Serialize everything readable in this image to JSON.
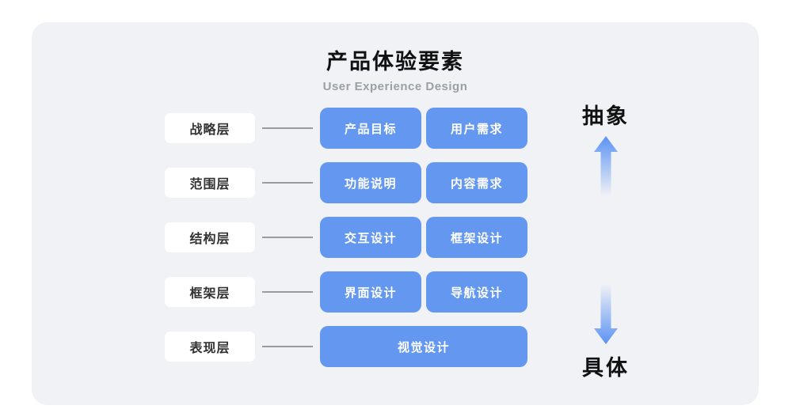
{
  "header": {
    "title": "产品体验要素",
    "subtitle": "User Experience Design"
  },
  "rows": [
    {
      "layer": "战略层",
      "items": [
        "产品目标",
        "用户需求"
      ]
    },
    {
      "layer": "范围层",
      "items": [
        "功能说明",
        "内容需求"
      ]
    },
    {
      "layer": "结构层",
      "items": [
        "交互设计",
        "框架设计"
      ]
    },
    {
      "layer": "框架层",
      "items": [
        "界面设计",
        "导航设计"
      ]
    },
    {
      "layer": "表现层",
      "items": [
        "视觉设计"
      ]
    }
  ],
  "axis": {
    "top_label": "抽象",
    "bottom_label": "具体"
  },
  "colors": {
    "box_blue": "#6498F0",
    "arrow_blue": "#5B92F4",
    "panel_bg": "#F0F2F5",
    "connector_gray": "#9B9B9B"
  }
}
